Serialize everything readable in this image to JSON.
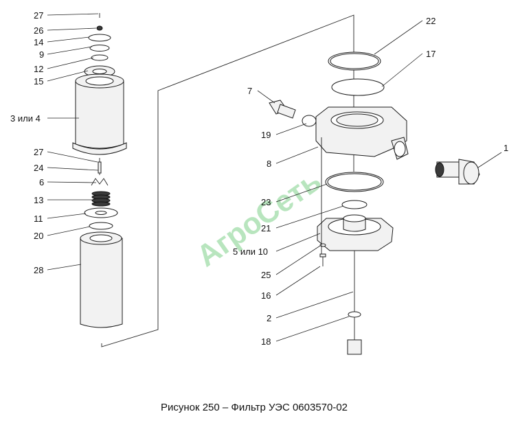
{
  "caption": "Рисунок 250 – Фильтр УЭС 0603570-02",
  "watermark": "АгроСеть",
  "colors": {
    "watermark": "#7fd08a",
    "lines": "#222222"
  },
  "labels": {
    "l27a": "27",
    "l26": "26",
    "l14": "14",
    "l9": "9",
    "l12": "12",
    "l15": "15",
    "l3or4": "3 или 4",
    "l27b": "27",
    "l24": "24",
    "l6": "6",
    "l13": "13",
    "l11": "11",
    "l20": "20",
    "l28": "28",
    "l22": "22",
    "l17": "17",
    "l7": "7",
    "l19": "19",
    "l1": "1",
    "l8": "8",
    "l23": "23",
    "l21": "21",
    "l5or10": "5 или 10",
    "l25": "25",
    "l16": "16",
    "l2": "2",
    "l18": "18"
  }
}
